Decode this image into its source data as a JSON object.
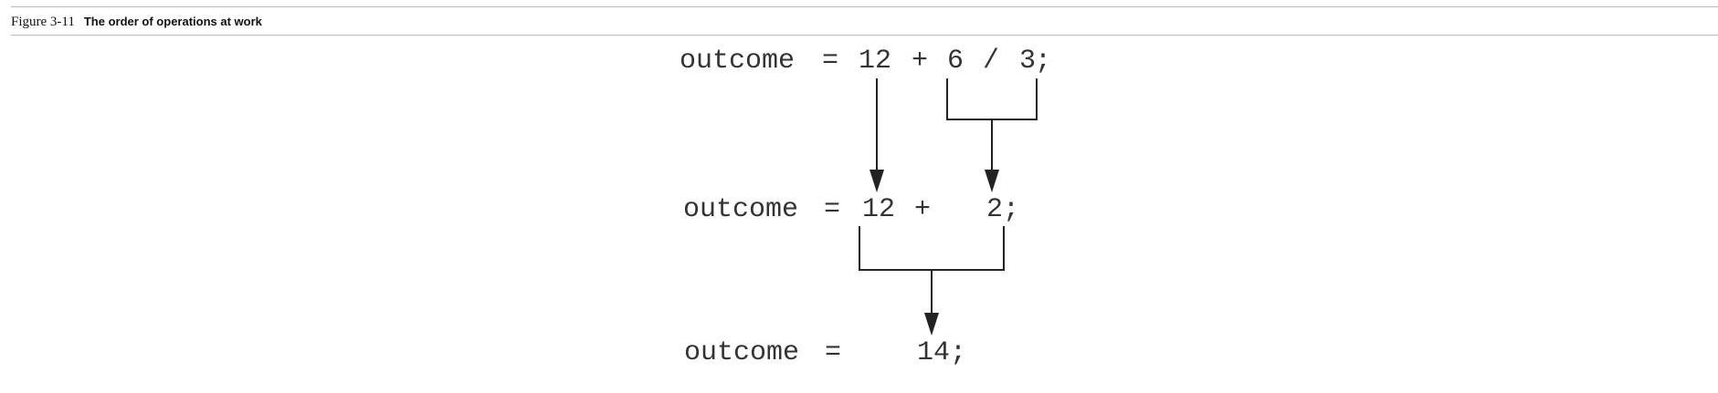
{
  "figure": {
    "number": "Figure 3-11",
    "title": "The order of operations at work"
  },
  "diagram": {
    "step1": {
      "lhs": "outcome",
      "equals": "=",
      "term_a": "12",
      "op_plus": "+",
      "term_b": "6",
      "op_div": "/",
      "term_c": "3",
      "terminator": ";"
    },
    "step2": {
      "lhs": "outcome",
      "equals": "=",
      "term_a": "12",
      "op_plus": "+",
      "term_b": "2",
      "terminator": ";"
    },
    "step3": {
      "lhs": "outcome",
      "equals": "=",
      "result": "14",
      "terminator": ";"
    }
  }
}
